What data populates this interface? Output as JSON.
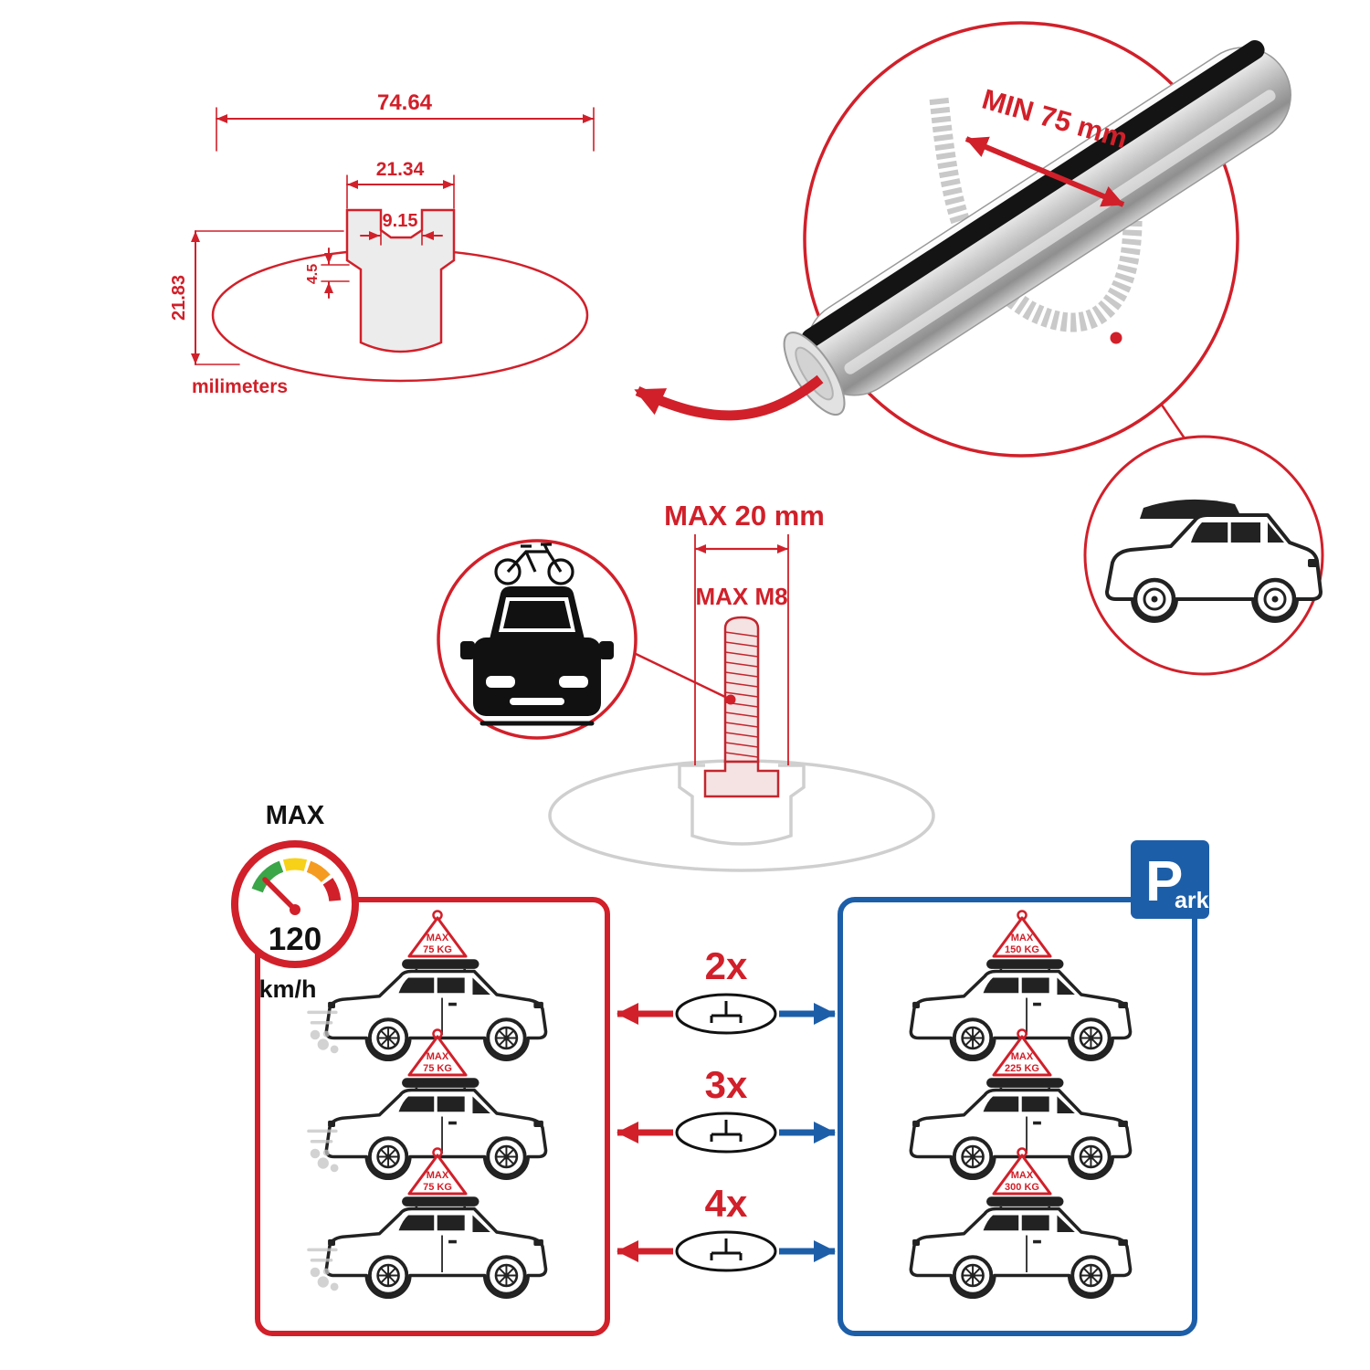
{
  "colors": {
    "red": "#d1202a",
    "blue": "#1d5ea8",
    "grey": "#c9c9c9",
    "black": "#111111"
  },
  "technical_drawing": {
    "dim_total_width": "74.64",
    "dim_channel_width": "21.34",
    "dim_slot_width": "9.15",
    "dim_lip_height": "4.5",
    "dim_total_height": "21.83",
    "units_label": "milimeters"
  },
  "bar_detail": {
    "min_clamp_span": "MIN 75 mm"
  },
  "bolt_detail": {
    "max_width": "MAX 20 mm",
    "max_thread": "MAX M8"
  },
  "speedometer": {
    "title": "MAX",
    "speed_value": "120",
    "speed_units": "km/h"
  },
  "park_sign": {
    "letter": "P",
    "suffix": "ark"
  },
  "comparison_rows": [
    {
      "multiplier": "2x",
      "driving": {
        "max_label": "MAX",
        "load": "75 KG"
      },
      "parked": {
        "max_label": "MAX",
        "load": "150 KG"
      }
    },
    {
      "multiplier": "3x",
      "driving": {
        "max_label": "MAX",
        "load": "75 KG"
      },
      "parked": {
        "max_label": "MAX",
        "load": "225 KG"
      }
    },
    {
      "multiplier": "4x",
      "driving": {
        "max_label": "MAX",
        "load": "75 KG"
      },
      "parked": {
        "max_label": "MAX",
        "load": "300 KG"
      }
    }
  ]
}
